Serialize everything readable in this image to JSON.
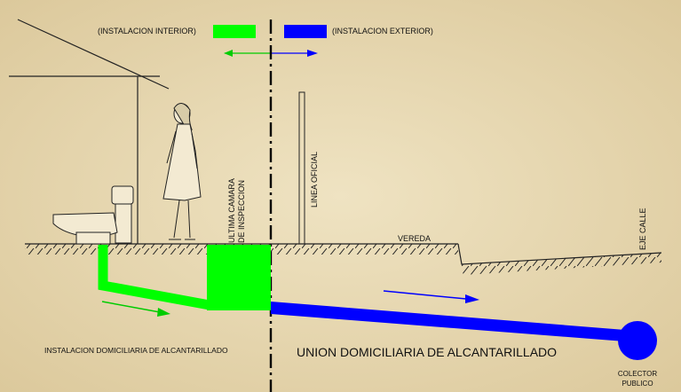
{
  "legend": {
    "interior_label": "(INSTALACION INTERIOR)",
    "exterior_label": "(INSTALACION EXTERIOR)",
    "interior_color": "#00ff00",
    "exterior_color": "#0000ff"
  },
  "labels": {
    "inspection_chamber_line1": "ULTIMA CAMARA",
    "inspection_chamber_line2": "DE INSPECCION",
    "official_line": "LINEA OFICIAL",
    "sidewalk": "VEREDA",
    "street_axis": "EJE CALLE",
    "interior_install": "INSTALACION DOMICILIARIA DE ALCANTARILLADO",
    "union": "UNION DOMICILIARIA DE ALCANTARILLADO",
    "collector_line1": "COLECTOR",
    "collector_line2": "PUBLICO"
  },
  "icons": {
    "toilet": "toilet-icon",
    "person": "person-icon",
    "house_roof": "house-roof-icon"
  }
}
